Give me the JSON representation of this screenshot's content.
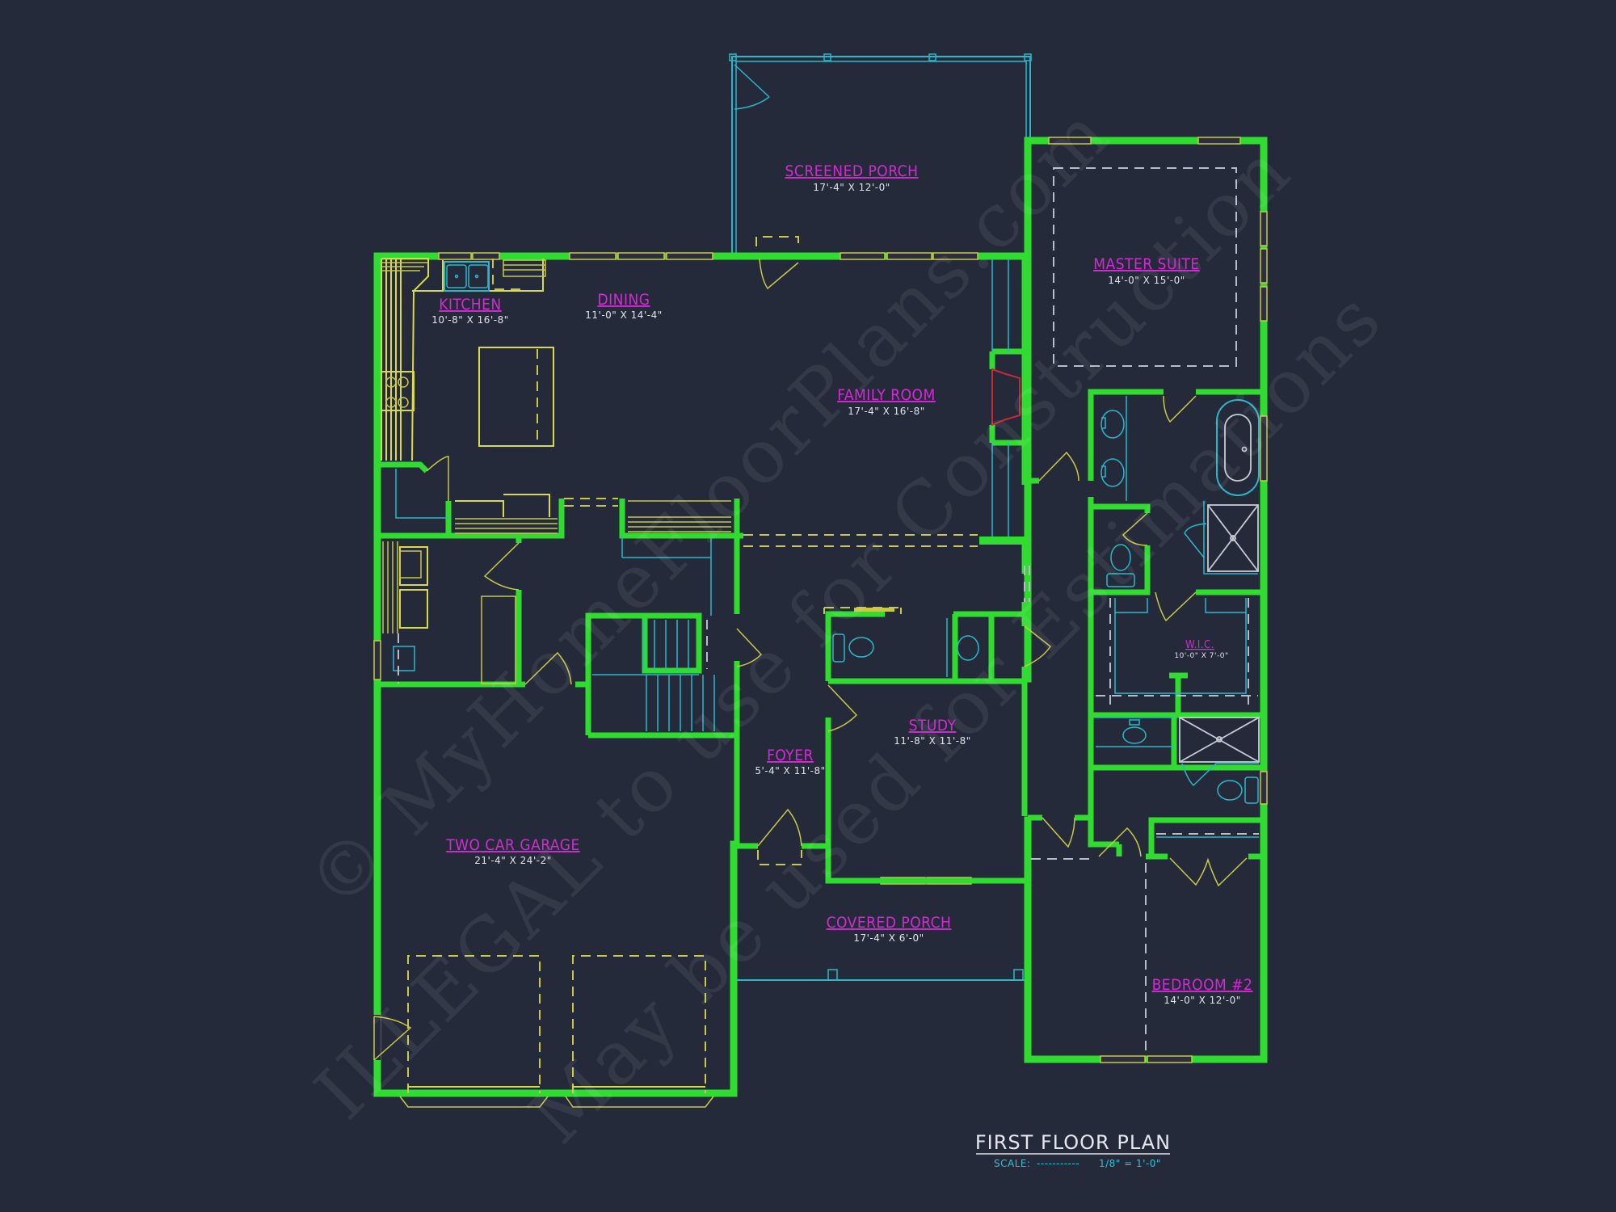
{
  "plan": {
    "title": "FIRST FLOOR PLAN",
    "scale_label": "SCALE:",
    "scale_dashes": "-----------",
    "scale_value": "1/8\" = 1'-0\"",
    "colors": {
      "background": "#252a3b",
      "walls": "#2fdc2f",
      "room_labels": "#d42ad4",
      "dimensions": "#e2e3ea",
      "fixtures": "#2cb7c9",
      "casework": "#d9d94a",
      "fireplace": "#c8283a"
    }
  },
  "rooms": {
    "screened_porch": {
      "name": "SCREENED PORCH",
      "dim": "17'-4\" X 12'-0\""
    },
    "master_suite": {
      "name": "MASTER SUITE",
      "dim": "14'-0\" X 15'-0\""
    },
    "kitchen": {
      "name": "KITCHEN",
      "dim": "10'-8\" X 16'-8\""
    },
    "dining": {
      "name": "DINING",
      "dim": "11'-0\" X 14'-4\""
    },
    "family_room": {
      "name": "FAMILY ROOM",
      "dim": "17'-4\" X 16'-8\""
    },
    "wic": {
      "name": "W.I.C.",
      "dim": "10'-0\" X 7'-0\""
    },
    "study": {
      "name": "STUDY",
      "dim": "11'-8\" X 11'-8\""
    },
    "foyer": {
      "name": "FOYER",
      "dim": "5'-4\" X 11'-8\""
    },
    "garage": {
      "name": "TWO CAR GARAGE",
      "dim": "21'-4\" X 24'-2\""
    },
    "covered_porch": {
      "name": "COVERED PORCH",
      "dim": "17'-4\" X 6'-0\""
    },
    "bedroom2": {
      "name": "BEDROOM #2",
      "dim": "14'-0\" X 12'-0\""
    }
  },
  "watermark": {
    "line1": "© MyHomeFloorPlans.com",
    "line2": "ILLEGAL to use for Construction",
    "line3": "May be used for Estimations"
  }
}
